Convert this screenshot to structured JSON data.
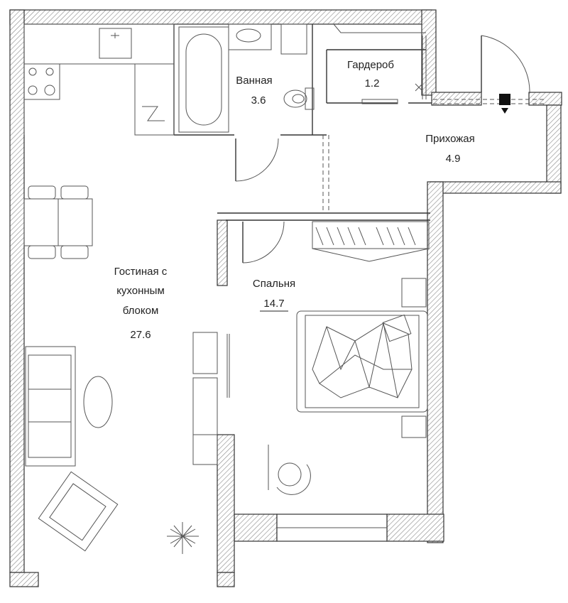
{
  "rooms": {
    "bathroom": {
      "name": "Ванная",
      "area": "3.6"
    },
    "wardrobe": {
      "name": "Гардероб",
      "area": "1.2"
    },
    "hallway": {
      "name": "Прихожая",
      "area": "4.9"
    },
    "living": {
      "name_line1": "Гостиная с",
      "name_line2": "кухонным",
      "name_line3": "блоком",
      "area": "27.6"
    },
    "bedroom": {
      "name": "Спальня",
      "area": "14.7"
    }
  }
}
